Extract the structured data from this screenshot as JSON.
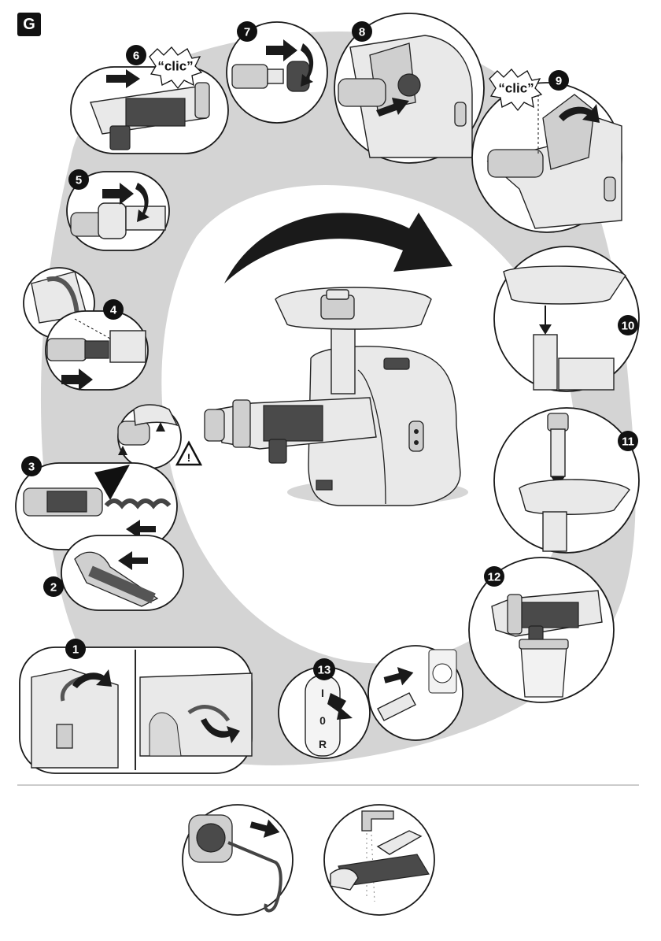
{
  "section_letter": "G",
  "steps": [
    "1",
    "2",
    "3",
    "4",
    "5",
    "6",
    "7",
    "8",
    "9",
    "10",
    "11",
    "12",
    "13"
  ],
  "clic_labels": [
    "“clic”",
    "“clic”"
  ],
  "switch_labels": [
    "I",
    "0",
    "R"
  ],
  "warning_symbol": "!",
  "icons": [
    "warning-triangle-icon",
    "arrow-icon"
  ],
  "colors": {
    "ink": "#1a1a1a",
    "badge": "#111111",
    "shadow": "#d0d0d0",
    "part": "#e9e9e9"
  }
}
